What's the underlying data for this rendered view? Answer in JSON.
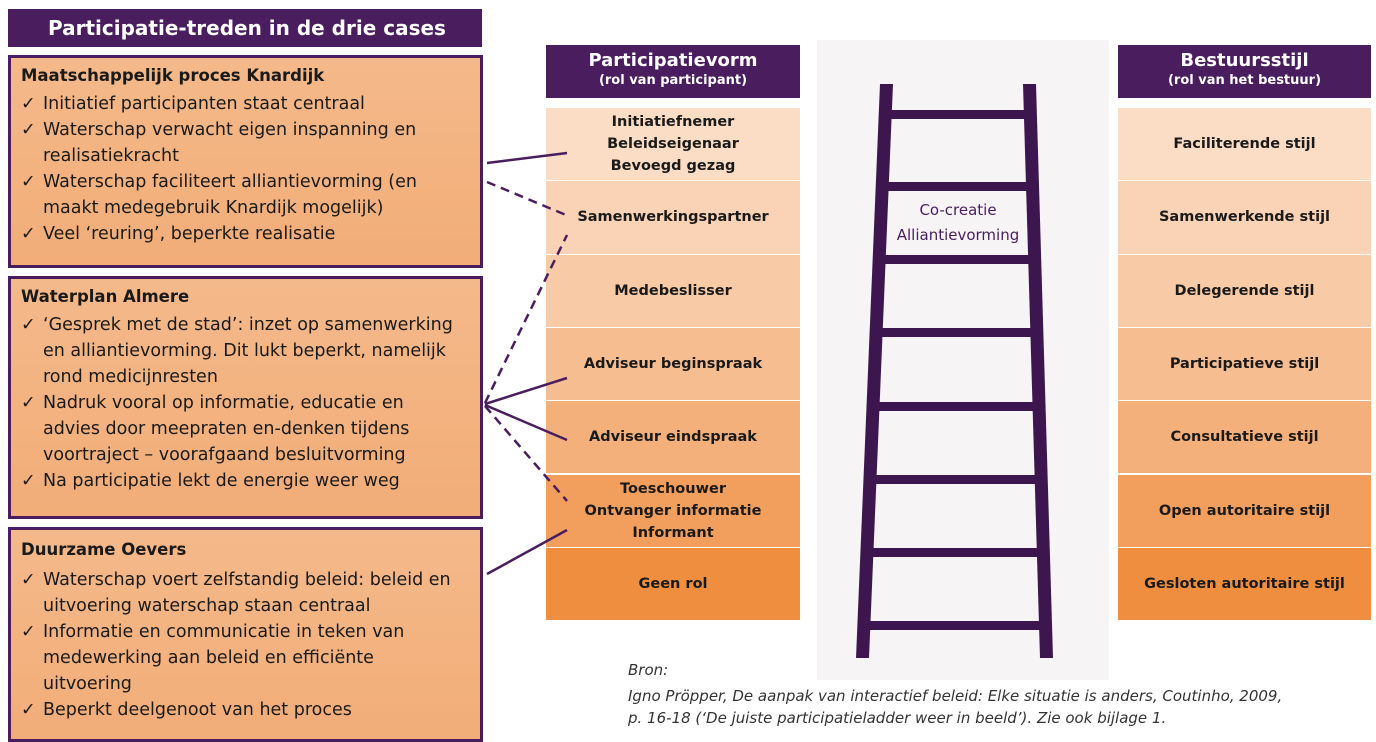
{
  "title": "Participatie-treden in de drie cases",
  "cases": [
    {
      "title": "Maatschappelijk proces Knardijk",
      "items": [
        [
          "Initiatief participanten staat centraal"
        ],
        [
          "Waterschap verwacht eigen inspanning en",
          "realisatiekracht"
        ],
        [
          "Waterschap faciliteert alliantievorming (en",
          "maakt medegebruik Knardijk mogelijk)"
        ],
        [
          "Veel ‘reuring’, beperkte realisatie"
        ]
      ]
    },
    {
      "title": "Waterplan Almere",
      "items": [
        [
          "‘Gesprek met de stad’: inzet op samenwerking",
          "en alliantievorming. Dit lukt beperkt, namelijk",
          "rond medicijnresten"
        ],
        [
          "Nadruk vooral op informatie, educatie en",
          "advies door meepraten en-denken tijdens",
          "voortraject – voorafgaand besluitvorming"
        ],
        [
          "Na participatie lekt de energie weer weg"
        ]
      ]
    },
    {
      "title": "Duurzame Oevers",
      "items": [
        [
          "Waterschap voert zelfstandig beleid: beleid en",
          "uitvoering waterschap staan centraal"
        ],
        [
          "Informatie en communicatie in teken van",
          "medewerking aan beleid en efficiënte",
          "uitvoering"
        ],
        [
          "Beperkt deelgenoot van het proces"
        ]
      ]
    }
  ],
  "check_glyph": "✓",
  "participatievorm": {
    "heading": "Participatievorm",
    "subheading": "(rol van participant)",
    "rows": [
      [
        "Initiatiefnemer",
        "Beleidseigenaar",
        "Bevoegd gezag"
      ],
      [
        "Samenwerkingspartner"
      ],
      [
        "Medebeslisser"
      ],
      [
        "Adviseur beginspraak"
      ],
      [
        "Adviseur eindspraak"
      ],
      [
        "Toeschouwer",
        "Ontvanger informatie",
        "Informant"
      ],
      [
        "Geen rol"
      ]
    ]
  },
  "bestuursstijl": {
    "heading": "Bestuursstijl",
    "subheading": "(rol van het bestuur)",
    "rows": [
      "Faciliterende stijl",
      "Samenwerkende stijl",
      "Delegerende stijl",
      "Participatieve stijl",
      "Consultatieve stijl",
      "Open autoritaire stijl",
      "Gesloten autoritaire stijl"
    ]
  },
  "ladder_labels": [
    "Co-creatie",
    "Alliantievorming"
  ],
  "source": {
    "label": "Bron:",
    "line1": "Igno Pröpper,  De aanpak van interactief beleid: Elke situatie is anders, Coutinho, 2009,",
    "line2": "p. 16-18 (‘De juiste participatieladder weer in beeld’). Zie ook bijlage 1."
  },
  "colors": {
    "purple": "#4a1d5e",
    "row_colors": [
      "#fbdcc4",
      "#fad3b6",
      "#f8caa6",
      "#f6bd91",
      "#f4b07b",
      "#f29e5c",
      "#ef8e3f"
    ]
  }
}
